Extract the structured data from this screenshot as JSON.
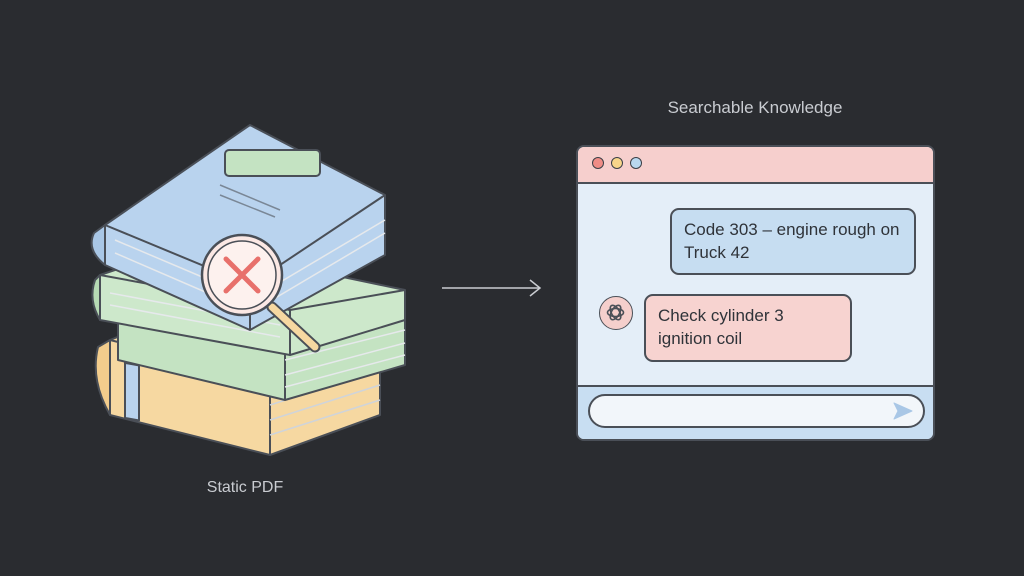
{
  "left_panel": {
    "caption": "Static PDF",
    "icons": [
      "book-stack-icon",
      "magnifier-icon",
      "x-mark-icon"
    ]
  },
  "connector": {
    "icon": "right-arrow-icon"
  },
  "right_panel": {
    "caption": "Searchable Knowledge",
    "window": {
      "controls": [
        "close-dot",
        "minimize-dot",
        "maximize-dot"
      ],
      "user_message": "Code 303 – engine rough on Truck 42",
      "bot_message": "Check cylinder 3 ignition coil",
      "bot_icon": "assistant-logo-icon",
      "input_value": "",
      "send_icon": "send-icon"
    }
  },
  "colors": {
    "background": "#2a2c30",
    "book_blue": "#b9d3ee",
    "book_green": "#c4e3c2",
    "book_yellow": "#f6d8a1",
    "error_red": "#e8706b",
    "titlebar_pink": "#f6cfcd",
    "user_bubble": "#c6ddf1",
    "bot_bubble": "#f7d3d0"
  }
}
